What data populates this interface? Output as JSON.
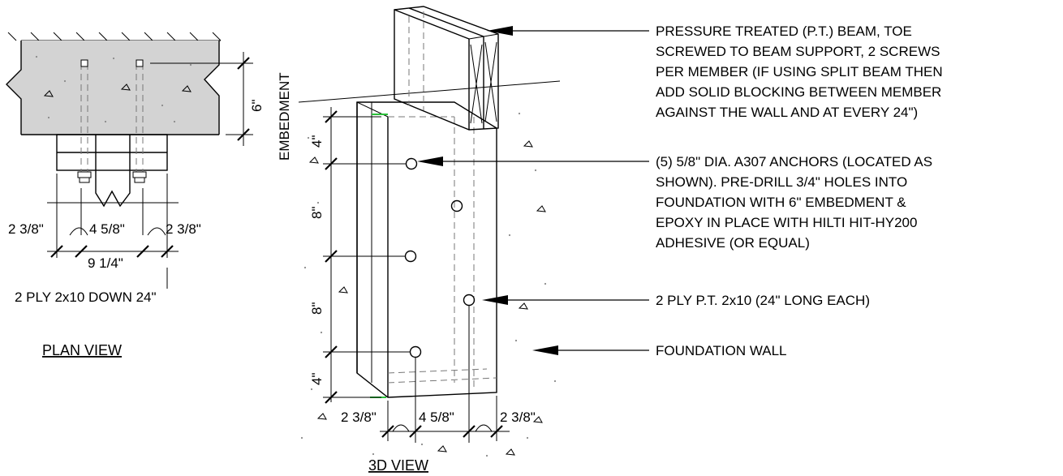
{
  "plan_view": {
    "title": "PLAN VIEW",
    "embedment_label": "EMBEDMENT",
    "embedment_depth": "6\"",
    "dim_left_edge": "2 3/8\"",
    "dim_center": "4 5/8\"",
    "dim_right_edge": "2 3/8\"",
    "dim_overall": "9 1/4\"",
    "note": "2 PLY 2x10 DOWN 24\""
  },
  "view_3d": {
    "title": "3D VIEW",
    "dim_top": "4\"",
    "dim_upper_mid": "8\"",
    "dim_lower_mid": "8\"",
    "dim_bottom": "4\"",
    "dim_left_edge": "2 3/8\"",
    "dim_center": "4 5/8\"",
    "dim_right_edge": "2 3/8\""
  },
  "callouts": {
    "beam": [
      "PRESSURE TREATED (P.T.) BEAM, TOE",
      "SCREWED TO BEAM SUPPORT, 2 SCREWS",
      "PER MEMBER (IF USING SPLIT BEAM THEN",
      "ADD SOLID BLOCKING BETWEEN MEMBER",
      "AGAINST THE WALL AND AT EVERY 24\")"
    ],
    "anchors": [
      "(5) 5/8\" DIA. A307 ANCHORS (LOCATED AS",
      "SHOWN). PRE-DRILL 3/4\" HOLES INTO",
      "FOUNDATION WITH 6\" EMBEDMENT &",
      "EPOXY IN PLACE WITH HILTI HIT-HY200",
      "ADHESIVE (OR EQUAL)"
    ],
    "ply": "2 PLY P.T. 2x10 (24\" LONG EACH)",
    "wall": "FOUNDATION WALL"
  }
}
